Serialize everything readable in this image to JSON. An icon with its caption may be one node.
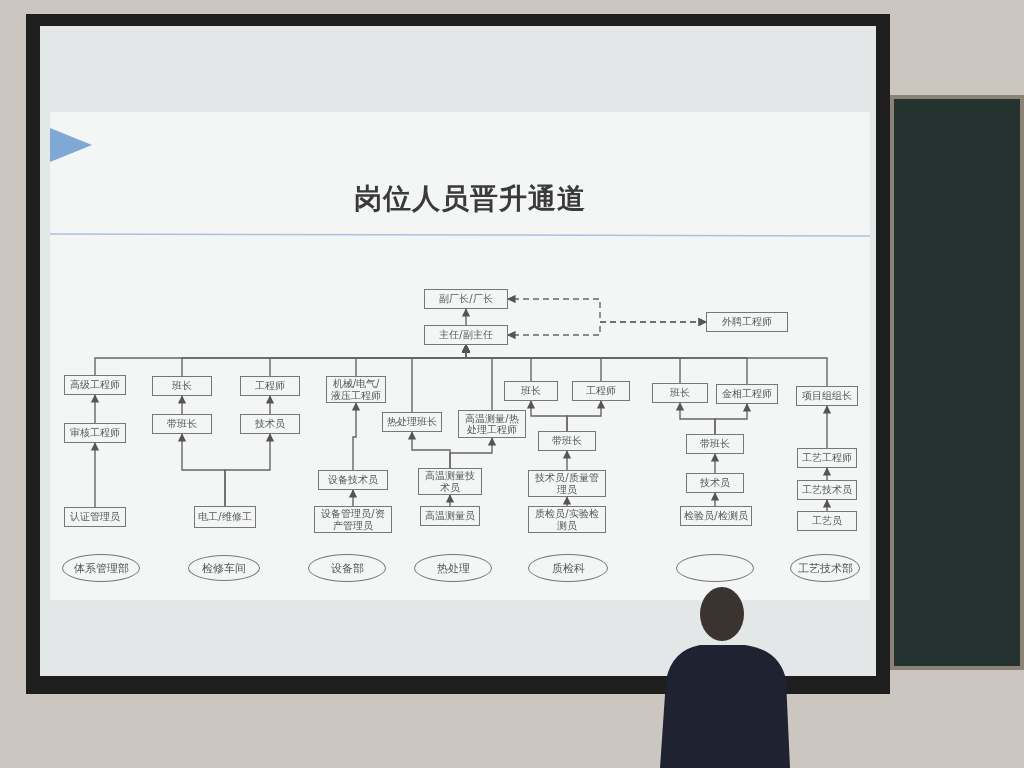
{
  "diagram": {
    "title": "岗位人员晋升通道",
    "nodes": [
      {
        "text": [
          "副厂长/厂长"
        ]
      },
      {
        "text": [
          "主任/副主任"
        ]
      },
      {
        "text": [
          "外聘工程师"
        ]
      },
      {
        "text": [
          "高级工程师"
        ]
      },
      {
        "text": [
          "审核工程师"
        ]
      },
      {
        "text": [
          "认证管理员"
        ]
      },
      {
        "text": [
          "班长"
        ]
      },
      {
        "text": [
          "带班长"
        ]
      },
      {
        "text": [
          "工程师"
        ]
      },
      {
        "text": [
          "技术员"
        ]
      },
      {
        "text": [
          "电工/维修工"
        ]
      },
      {
        "text": [
          "机械/电气/液压工程师"
        ]
      },
      {
        "text": [
          "设备技术员"
        ]
      },
      {
        "text": [
          "设备管理员/资产管理员"
        ]
      },
      {
        "text": [
          "热处理班长"
        ]
      },
      {
        "text": [
          "高温测量/热处理工程师"
        ]
      },
      {
        "text": [
          "高温测量技术员"
        ]
      },
      {
        "text": [
          "高温测量员"
        ]
      },
      {
        "text": [
          "班长"
        ]
      },
      {
        "text": [
          "工程师"
        ]
      },
      {
        "text": [
          "带班长"
        ]
      },
      {
        "text": [
          "技术员/质量管理员"
        ]
      },
      {
        "text": [
          "质检员/实验检测员"
        ]
      },
      {
        "text": [
          "班长"
        ]
      },
      {
        "text": [
          "金相工程师"
        ]
      },
      {
        "text": [
          "带班长"
        ]
      },
      {
        "text": [
          "技术员"
        ]
      },
      {
        "text": [
          "检验员/检测员"
        ]
      },
      {
        "text": [
          "项目组组长"
        ]
      },
      {
        "text": [
          "工艺工程师"
        ]
      },
      {
        "text": [
          "工艺技术员"
        ]
      },
      {
        "text": [
          "工艺员"
        ]
      },
      {
        "text": [
          "体系管理部"
        ]
      },
      {
        "text": [
          "检修车间"
        ]
      },
      {
        "text": [
          "设备部"
        ]
      },
      {
        "text": [
          "热处理"
        ]
      },
      {
        "text": [
          "质检科"
        ]
      },
      {
        "text": [],
        "shape": "ellipse"
      },
      {
        "text": [
          "工艺技术部"
        ]
      }
    ],
    "edges": [
      {
        "from": 1,
        "to": 0,
        "arrow": "to"
      },
      {
        "from": 2,
        "to": 0,
        "arrow": "both",
        "style": "dashed"
      },
      {
        "from": 2,
        "to": 1,
        "arrow": "both",
        "style": "dashed"
      },
      {
        "from": 3,
        "to": 1,
        "arrow": "to"
      },
      {
        "from": 6,
        "to": 1,
        "arrow": "to"
      },
      {
        "from": 8,
        "to": 1,
        "arrow": "to"
      },
      {
        "from": 11,
        "to": 1,
        "arrow": "to"
      },
      {
        "from": 14,
        "to": 1,
        "arrow": "to"
      },
      {
        "from": 15,
        "to": 1,
        "arrow": "to"
      },
      {
        "from": 18,
        "to": 1,
        "arrow": "to"
      },
      {
        "from": 19,
        "to": 1,
        "arrow": "to"
      },
      {
        "from": 23,
        "to": 1,
        "arrow": "to"
      },
      {
        "from": 24,
        "to": 1,
        "arrow": "to"
      },
      {
        "from": 28,
        "to": 1,
        "arrow": "to"
      },
      {
        "from": 4,
        "to": 3,
        "arrow": "to"
      },
      {
        "from": 5,
        "to": 4,
        "arrow": "to"
      },
      {
        "from": 7,
        "to": 6,
        "arrow": "to"
      },
      {
        "from": 9,
        "to": 8,
        "arrow": "to"
      },
      {
        "from": 10,
        "to": 7,
        "arrow": "to"
      },
      {
        "from": 10,
        "to": 9,
        "arrow": "to"
      },
      {
        "from": 12,
        "to": 11,
        "arrow": "to"
      },
      {
        "from": 13,
        "to": 12,
        "arrow": "to"
      },
      {
        "from": 16,
        "to": 14,
        "arrow": "to"
      },
      {
        "from": 16,
        "to": 15,
        "arrow": "to"
      },
      {
        "from": 17,
        "to": 16,
        "arrow": "to"
      },
      {
        "from": 20,
        "to": 18,
        "arrow": "to"
      },
      {
        "from": 20,
        "to": 19,
        "arrow": "to"
      },
      {
        "from": 21,
        "to": 20,
        "arrow": "to"
      },
      {
        "from": 22,
        "to": 21,
        "arrow": "to"
      },
      {
        "from": 25,
        "to": 23,
        "arrow": "to"
      },
      {
        "from": 25,
        "to": 24,
        "arrow": "to"
      },
      {
        "from": 26,
        "to": 25,
        "arrow": "to"
      },
      {
        "from": 27,
        "to": 26,
        "arrow": "to"
      },
      {
        "from": 29,
        "to": 28,
        "arrow": "to"
      },
      {
        "from": 30,
        "to": 29,
        "arrow": "to"
      },
      {
        "from": 31,
        "to": 30,
        "arrow": "to"
      }
    ]
  }
}
